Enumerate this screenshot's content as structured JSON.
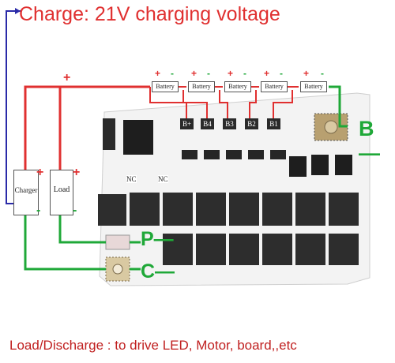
{
  "title": "Charge: 21V charging voltage",
  "footer": "Load/Discharge : to drive LED, Motor, board,,etc",
  "terminals": {
    "b_minus": "B—",
    "p_minus": "P—",
    "c_minus": "C—"
  },
  "batteries": [
    "Battery",
    "Battery",
    "Battery",
    "Battery",
    "Battery"
  ],
  "tap_labels": [
    "B+",
    "B4",
    "B3",
    "B2",
    "B1"
  ],
  "charger_label": "Charger",
  "load_label": "Load",
  "nc_labels": [
    "NC",
    "NC"
  ],
  "plus_sign": "+",
  "minus_sign": "-",
  "colors": {
    "positive": "#e03030",
    "negative": "#1fa838",
    "sense": "#2a2aa8",
    "board": "#f3f3f3"
  }
}
